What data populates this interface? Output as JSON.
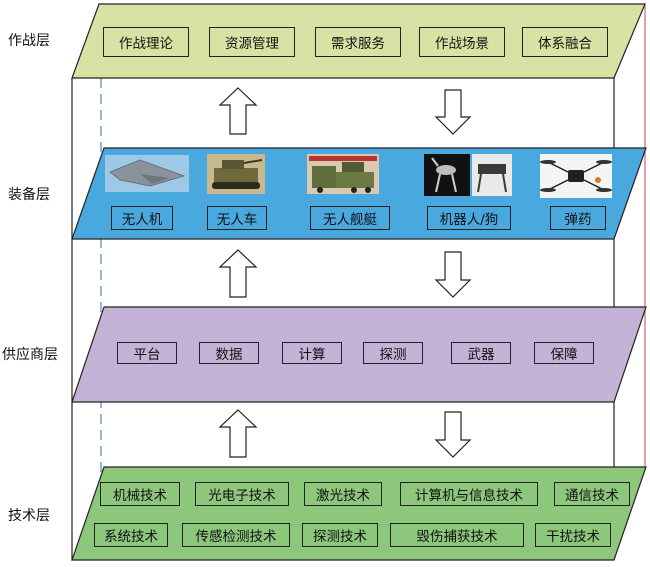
{
  "layers": [
    {
      "label": "作战层",
      "fill": "#d6e3a4",
      "items": [
        "作战理论",
        "资源管理",
        "需求服务",
        "作战场景",
        "体系融合"
      ]
    },
    {
      "label": "装备层",
      "fill": "#49a9df",
      "items": [
        "无人机",
        "无人车",
        "无人舰艇",
        "机器人/狗",
        "弹药"
      ],
      "images": [
        "uav-image",
        "unmanned-vehicle-image",
        "unmanned-ship-image",
        "robot-dog-image",
        "munition-drone-image"
      ]
    },
    {
      "label": "供应商层",
      "fill": "#c4b3d6",
      "items": [
        "平台",
        "数据",
        "计算",
        "探测",
        "武器",
        "保障"
      ]
    },
    {
      "label": "技术层",
      "fill": "#8cc77c",
      "rows": [
        [
          "机械技术",
          "光电子技术",
          "激光技术",
          "计算机与信息技术",
          "通信技术"
        ],
        [
          "系统技术",
          "传感检测技术",
          "探测技术",
          "毁伤捕获技术",
          "干扰技术"
        ]
      ]
    }
  ],
  "colors": {
    "frame_stroke": "#222222",
    "dashed_line": "#4a8ab0",
    "right_edge": "#c86a6a"
  }
}
